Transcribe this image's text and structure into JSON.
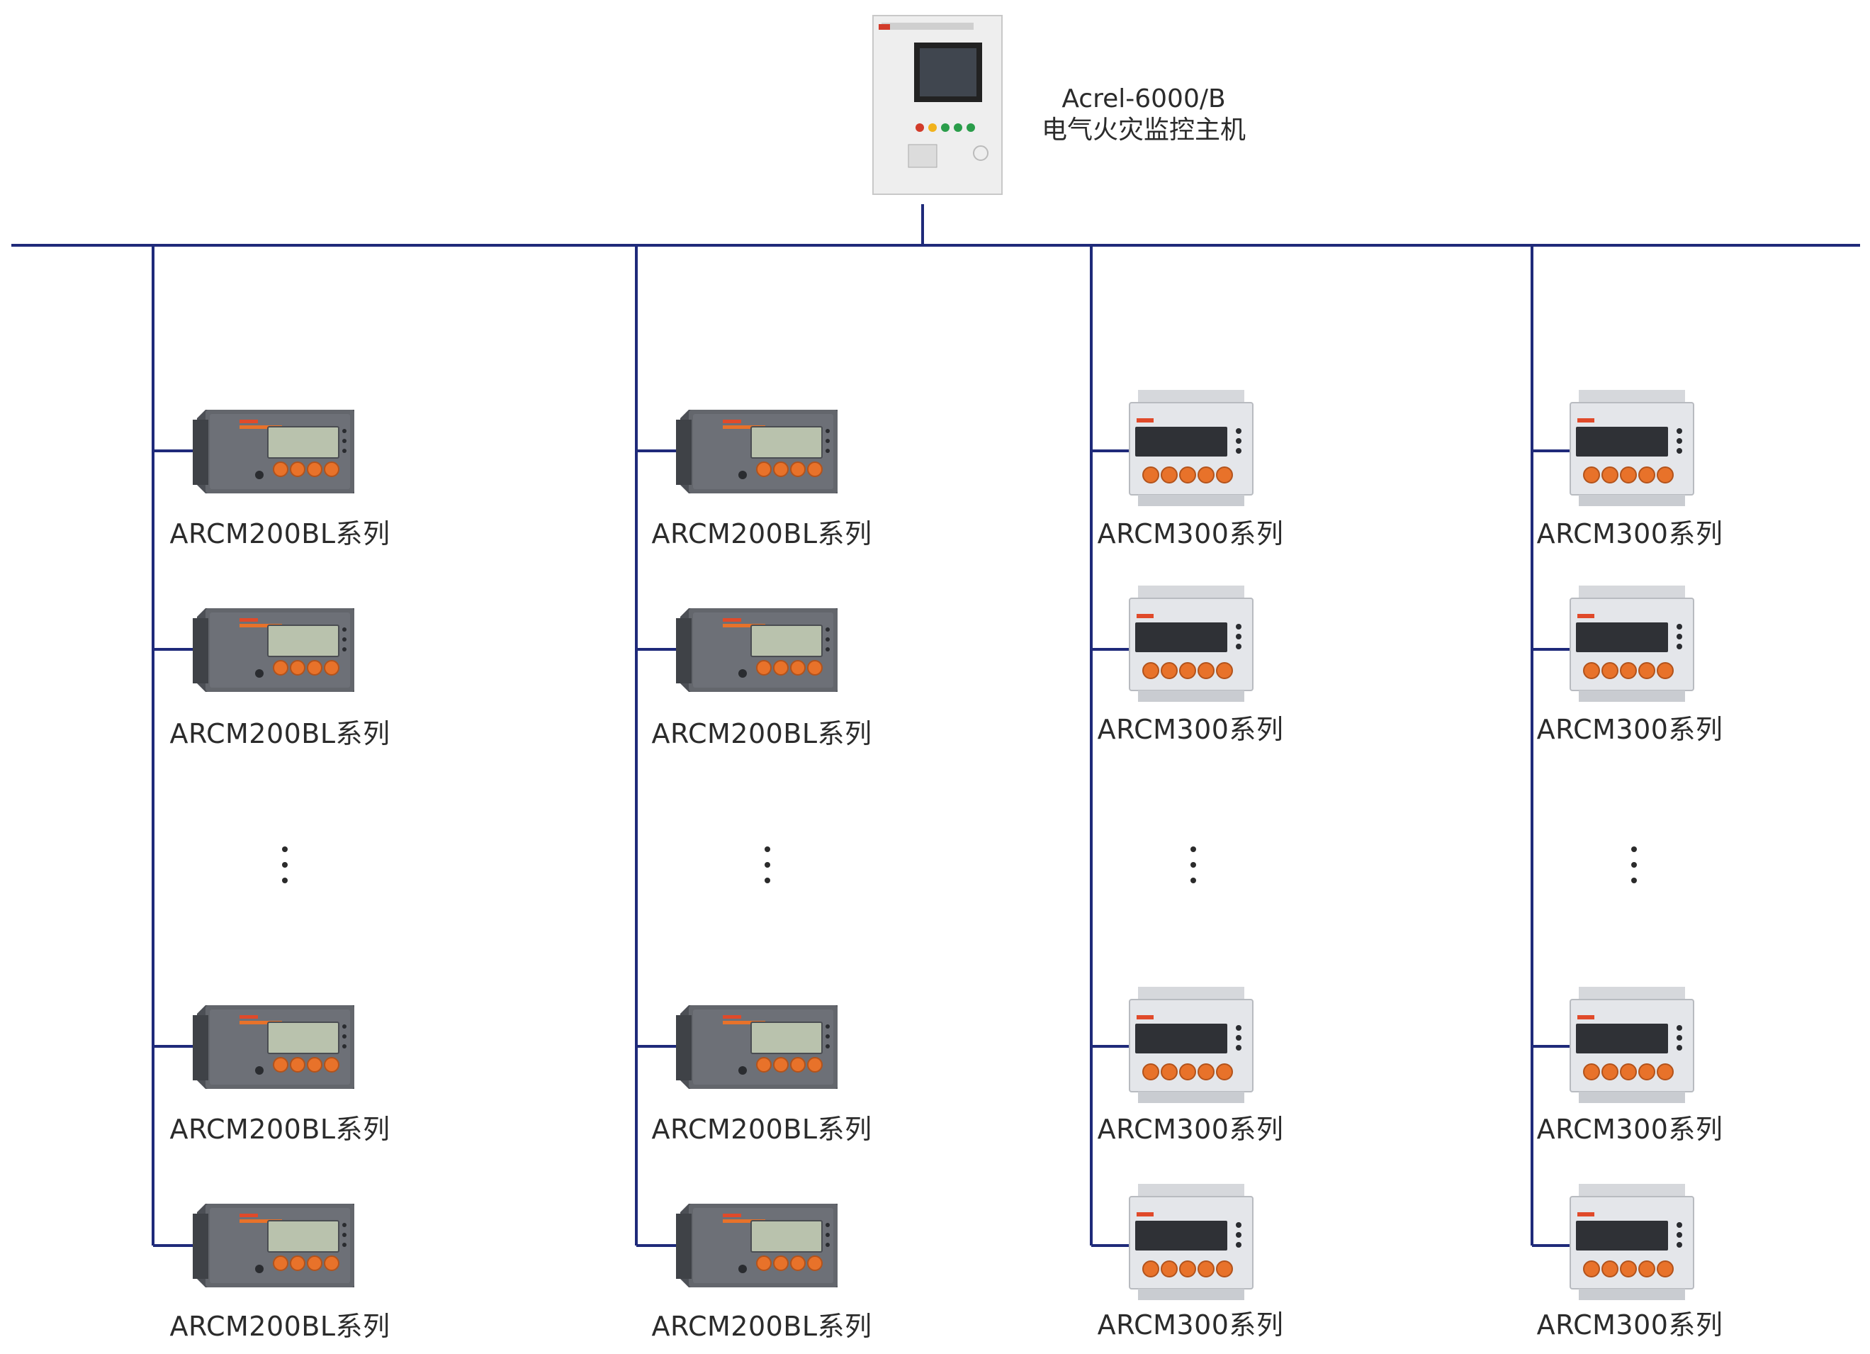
{
  "host": {
    "model": "Acrel-6000/B",
    "name": "电气火灾监控主机",
    "brand_mark": "Acrel"
  },
  "columns": [
    {
      "device_type": "ARCM200BL",
      "labels": [
        "ARCM200BL系列",
        "ARCM200BL系列",
        "ARCM200BL系列",
        "ARCM200BL系列"
      ]
    },
    {
      "device_type": "ARCM200BL",
      "labels": [
        "ARCM200BL系列",
        "ARCM200BL系列",
        "ARCM200BL系列",
        "ARCM200BL系列"
      ]
    },
    {
      "device_type": "ARCM300",
      "labels": [
        "ARCM300系列",
        "ARCM300系列",
        "ARCM300系列",
        "ARCM300系列"
      ]
    },
    {
      "device_type": "ARCM300",
      "labels": [
        "ARCM300系列",
        "ARCM300系列",
        "ARCM300系列",
        "ARCM300系列"
      ]
    }
  ],
  "colors": {
    "bus_line": "#1f2a7a",
    "device_body": "#5d6066",
    "device_face": "#6e7178",
    "button_orange": "#e8722a",
    "screen": "#b9c2ad",
    "din_body": "#e4e6ea"
  }
}
